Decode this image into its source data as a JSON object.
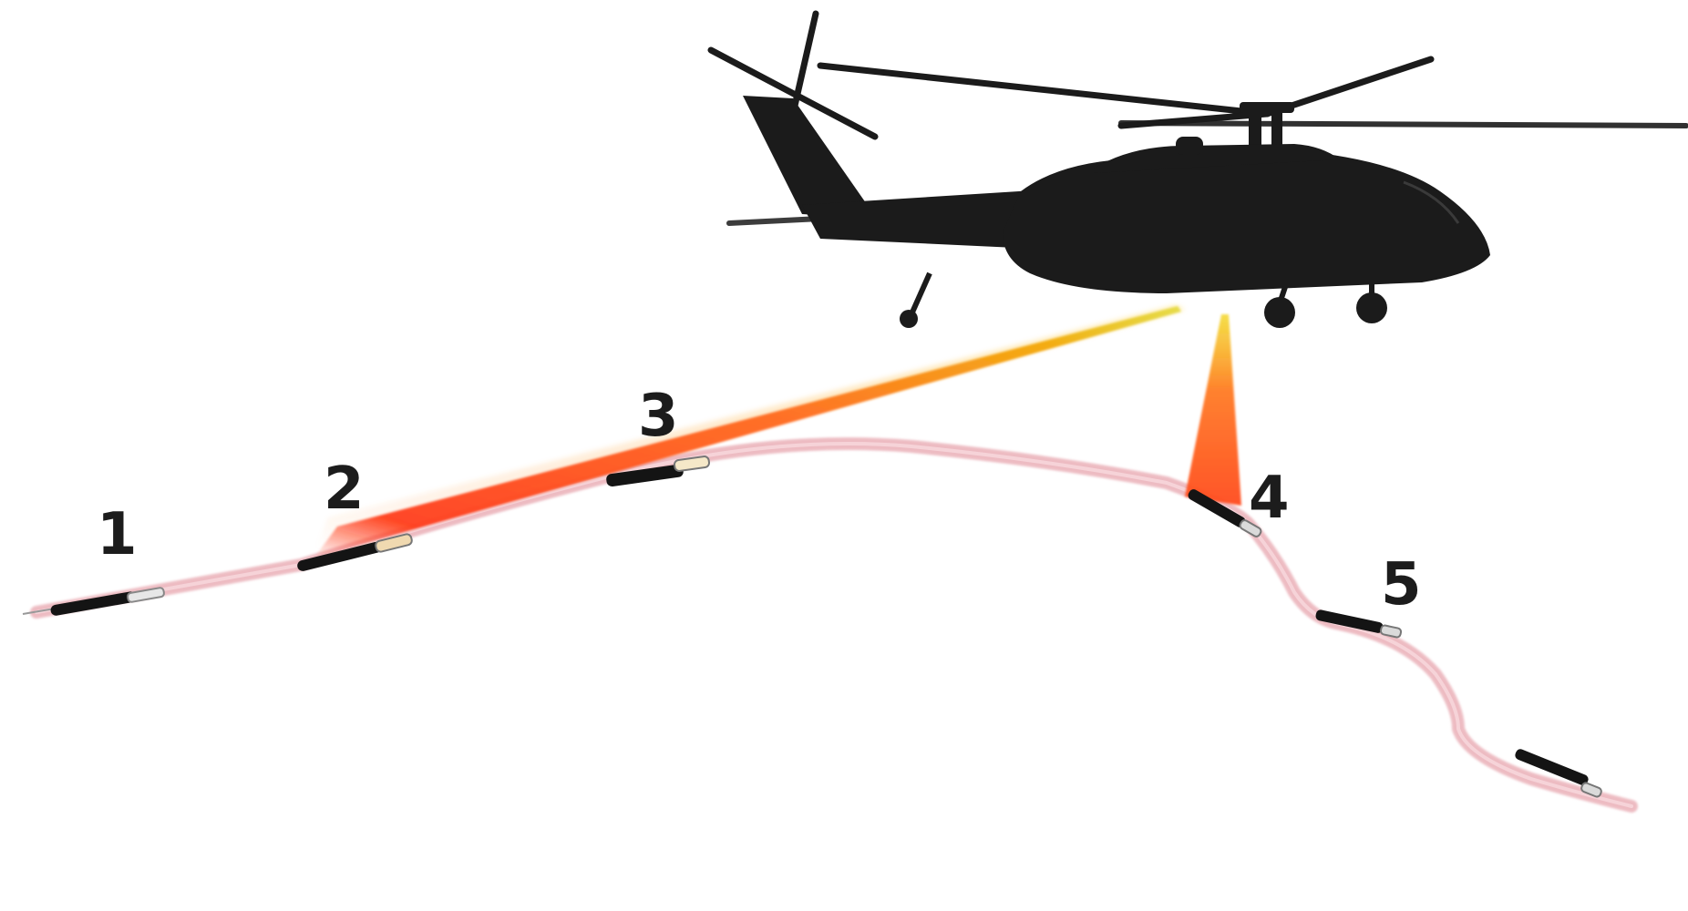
{
  "stages": [
    {
      "number": "1"
    },
    {
      "number": "2"
    },
    {
      "number": "3"
    },
    {
      "number": "4"
    },
    {
      "number": "5"
    }
  ],
  "colors": {
    "background": "#ffffff",
    "helicopter": "#1b1b1b",
    "laser_orange": "#ff5a1f",
    "laser_yellow": "#f2c200",
    "trail_pink": "#e8a7b0",
    "missile_body": "#141414",
    "label_text": "#1c1c1c"
  },
  "icons": {
    "aircraft": "helicopter-silhouette-icon",
    "projectile": "missile-icon"
  }
}
